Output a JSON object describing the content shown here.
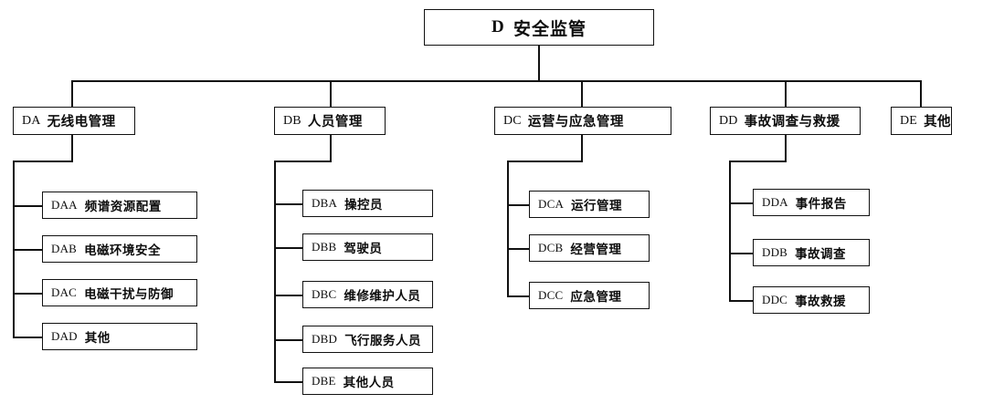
{
  "diagram": {
    "title": "D 安全监管",
    "type": "organizational-tree",
    "root": {
      "code": "D",
      "name": "安全监管"
    },
    "level2": [
      {
        "code": "DA",
        "name": "无线电管理"
      },
      {
        "code": "DB",
        "name": "人员管理"
      },
      {
        "code": "DC",
        "name": "运营与应急管理"
      },
      {
        "code": "DD",
        "name": "事故调查与救援"
      },
      {
        "code": "DE",
        "name": "其他"
      }
    ],
    "branch_da": [
      {
        "code": "DAA",
        "name": "频谱资源配置"
      },
      {
        "code": "DAB",
        "name": "电磁环境安全"
      },
      {
        "code": "DAC",
        "name": "电磁干扰与防御"
      },
      {
        "code": "DAD",
        "name": "其他"
      }
    ],
    "branch_db": [
      {
        "code": "DBA",
        "name": "操控员"
      },
      {
        "code": "DBB",
        "name": "驾驶员"
      },
      {
        "code": "DBC",
        "name": "维修维护人员"
      },
      {
        "code": "DBD",
        "name": "飞行服务人员"
      },
      {
        "code": "DBE",
        "name": "其他人员"
      }
    ],
    "branch_dc": [
      {
        "code": "DCA",
        "name": "运行管理"
      },
      {
        "code": "DCB",
        "name": "经营管理"
      },
      {
        "code": "DCC",
        "name": "应急管理"
      }
    ],
    "branch_dd": [
      {
        "code": "DDA",
        "name": "事件报告"
      },
      {
        "code": "DDB",
        "name": "事故调查"
      },
      {
        "code": "DDC",
        "name": "事故救援"
      }
    ],
    "colors": {
      "line": "#111111",
      "box_border": "#111111",
      "box_fill": "#ffffff",
      "text": "#0d0d0d"
    }
  }
}
